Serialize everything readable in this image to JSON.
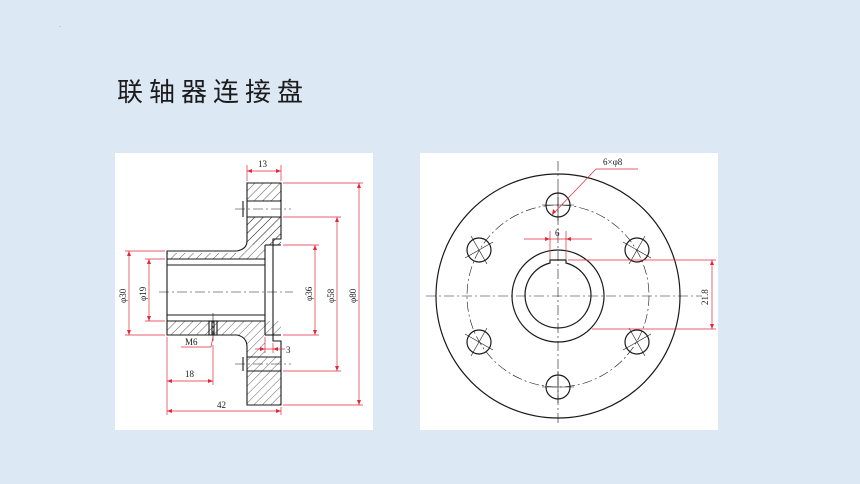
{
  "slide": {
    "marker": ".",
    "title": "联轴器连接盘"
  },
  "section_view": {
    "dims": {
      "width_13": "13",
      "d30": "φ30",
      "d19": "φ19",
      "d36": "φ36",
      "d58": "φ58",
      "d80": "φ80",
      "thread": "M6",
      "depth_3": "3",
      "len_18": "18",
      "len_42": "42"
    }
  },
  "front_view": {
    "dims": {
      "holes": "6×φ8",
      "key_width": "6",
      "key_height": "21.8"
    }
  },
  "colors": {
    "line": "#1a1a1a",
    "dimension": "#e0283c",
    "background": "#dce8f4",
    "panel": "#ffffff"
  }
}
